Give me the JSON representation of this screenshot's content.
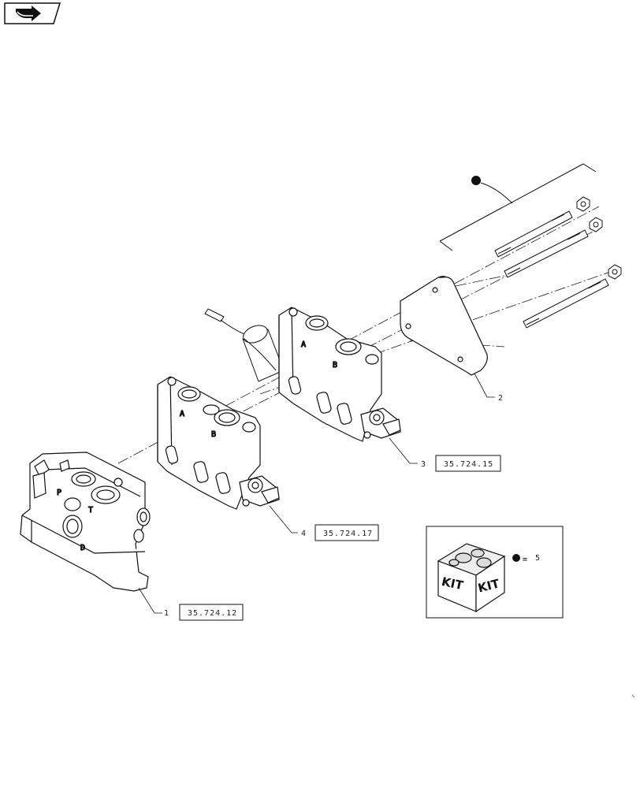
{
  "nav": {
    "icon": "next-page-arrow-icon"
  },
  "parts": [
    {
      "callout": "1",
      "ref": "35.724.12"
    },
    {
      "callout": "2",
      "ref": ""
    },
    {
      "callout": "3",
      "ref": "35.724.15"
    },
    {
      "callout": "4",
      "ref": "35.724.17"
    }
  ],
  "kit": {
    "label": "KIT",
    "equals": "=",
    "item": "5",
    "icon": "kit-box-icon"
  },
  "port_labels": {
    "a": "A",
    "b": "B",
    "t": "T",
    "p": "P",
    "d": "D"
  }
}
